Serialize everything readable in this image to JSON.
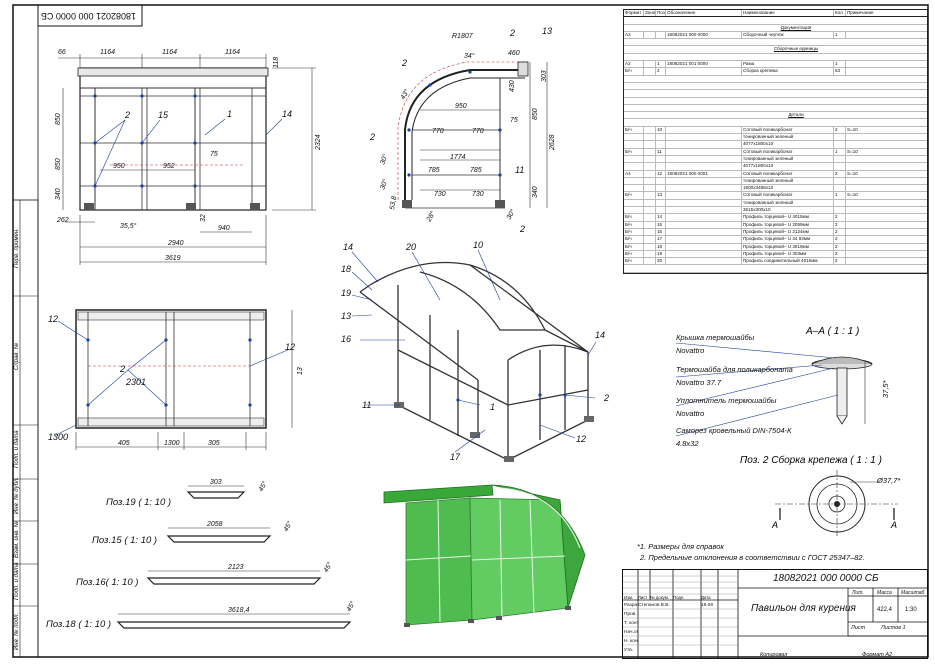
{
  "stamp_top": "18082021 000 0000 СБ",
  "side_fields": [
    "Перв. примен.",
    "Справ. №",
    "Подп. и дата",
    "Инв. № дубл.",
    "Взам. инв. №",
    "Подп. и дата",
    "Инв. № подл."
  ],
  "front_view": {
    "top_dims": [
      "66",
      "1164",
      "1164",
      "1164"
    ],
    "right_small": "118",
    "total_height": "2324",
    "left_dims": [
      "850",
      "850",
      "340"
    ],
    "inner_dims": [
      "950",
      "952",
      "75"
    ],
    "bottom_dims": [
      "262",
      "35,5°",
      "32",
      "940",
      "2940",
      "3619"
    ],
    "callouts": [
      "2",
      "15",
      "1",
      "14"
    ]
  },
  "side_view": {
    "dims": [
      "R1807",
      "34°",
      "2",
      "460",
      "13",
      "303",
      "2",
      "43°",
      "430",
      "950",
      "75",
      "2",
      "770",
      "770",
      "850",
      "2628",
      "30°",
      "1774",
      "785",
      "785",
      "11",
      "30°",
      "730",
      "730",
      "340",
      "53,8",
      "28°",
      "30°",
      "2"
    ]
  },
  "top_view": {
    "dims": [
      "12",
      "12",
      "2",
      "2301",
      "13",
      "1300",
      "405",
      "1300",
      "305"
    ]
  },
  "iso_callouts": [
    "14",
    "20",
    "10",
    "18",
    "19",
    "13",
    "16",
    "11",
    "1",
    "17",
    "14",
    "2",
    "12"
  ],
  "profiles": [
    {
      "label": "Поз.19 ( 1: 10 )",
      "len": "303",
      "ang": "45°"
    },
    {
      "label": "Поз.15 ( 1: 10 )",
      "len": "2058",
      "ang": "45°"
    },
    {
      "label": "Поз.16( 1: 10 )",
      "len": "2123",
      "ang": "45°"
    },
    {
      "label": "Поз.18 ( 1: 10 )",
      "len": "3618,4",
      "ang": "45°"
    }
  ],
  "section": {
    "title": "А–А ( 1 : 1 )",
    "labels": [
      {
        "t": "Крышка термошайбы",
        "s": "Novattro"
      },
      {
        "t": "Термошайба для поликарбоната",
        "s": "Novattro 37.7"
      },
      {
        "t": "Уплотнитель термошайбы",
        "s": "Novattro"
      },
      {
        "t": "Саморез кровельный DIN-7504-К",
        "s": "4.8х32"
      }
    ],
    "dim": "37,5*"
  },
  "detail": {
    "title": "Поз. 2 Сборка крепежа ( 1 : 1 )",
    "dia": "Ø37,7*",
    "mark": "А"
  },
  "notes": [
    "*1. Размеры для справок",
    "2. Предельные отклонения в соответствии с ГОСТ 25347–82."
  ],
  "bom": {
    "headers": [
      "Формат",
      "Зона",
      "Поз.",
      "Обозначение",
      "Наименование",
      "Кол.",
      "Примечание"
    ],
    "rows": [
      {
        "sec": ""
      },
      {
        "sec": "Документация"
      },
      {
        "c": [
          "А2",
          "",
          "",
          "18082021 000 0000",
          "Сборочный чертеж",
          "1",
          ""
        ]
      },
      {
        "sec": ""
      },
      {
        "sec": "Сборочные единицы"
      },
      {
        "sec": ""
      },
      {
        "c": [
          "А2",
          "",
          "1",
          "18082021 001 0000",
          "Рама",
          "1",
          ""
        ]
      },
      {
        "c": [
          "Б/ч",
          "",
          "2",
          "",
          "Сборка крепежа",
          "63",
          ""
        ]
      },
      {
        "sec": ""
      },
      {
        "sec": ""
      },
      {
        "sec": ""
      },
      {
        "sec": ""
      },
      {
        "sec": ""
      },
      {
        "sec": "Детали"
      },
      {
        "sec": ""
      },
      {
        "c": [
          "Б/ч",
          "",
          "10",
          "",
          "Сотовый поликарбонат",
          "2",
          "S=10"
        ]
      },
      {
        "c": [
          "",
          "",
          "",
          "",
          "тонированный зеленый",
          "",
          ""
        ]
      },
      {
        "c": [
          "",
          "",
          "",
          "",
          "4077х1800х10",
          "",
          ""
        ]
      },
      {
        "c": [
          "Б/ч",
          "",
          "11",
          "",
          "Сотовый поликарбонат",
          "1",
          "S=10"
        ]
      },
      {
        "c": [
          "",
          "",
          "",
          "",
          "тонированный зеленый",
          "",
          ""
        ]
      },
      {
        "c": [
          "",
          "",
          "",
          "",
          "4077х1800х10",
          "",
          ""
        ]
      },
      {
        "c": [
          "А4",
          "",
          "12",
          "18082021 000 0001",
          "Сотовый поликарбонат",
          "2",
          "S=10"
        ]
      },
      {
        "c": [
          "",
          "",
          "",
          "",
          "тонированный зеленый",
          "",
          ""
        ]
      },
      {
        "c": [
          "",
          "",
          "",
          "",
          "1800х3498х10",
          "",
          ""
        ]
      },
      {
        "c": [
          "Б/ч",
          "",
          "13",
          "",
          "Сотовый поликарбонат",
          "1",
          "S=10"
        ]
      },
      {
        "c": [
          "",
          "",
          "",
          "",
          "тонированный зеленый",
          "",
          ""
        ]
      },
      {
        "c": [
          "",
          "",
          "",
          "",
          "3615х300х10",
          "",
          ""
        ]
      },
      {
        "c": [
          "Б/ч",
          "",
          "14",
          "",
          "Профиль торцевой– U 4015мм",
          "2",
          ""
        ]
      },
      {
        "c": [
          "Б/ч",
          "",
          "15",
          "",
          "Профиль торцевой– U 2059мм",
          "2",
          ""
        ]
      },
      {
        "c": [
          "Б/ч",
          "",
          "16",
          "",
          "Профиль торцевой– U 2124мм",
          "2",
          ""
        ]
      },
      {
        "c": [
          "Б/ч",
          "",
          "17",
          "",
          "Профиль торцевой– U 34 93мм",
          "2",
          ""
        ]
      },
      {
        "c": [
          "Б/ч",
          "",
          "18",
          "",
          "Профиль торцевой– U 3619мм",
          "2",
          ""
        ]
      },
      {
        "c": [
          "Б/ч",
          "",
          "19",
          "",
          "Профиль торцевой– U 303мм",
          "2",
          ""
        ]
      },
      {
        "c": [
          "Б/ч",
          "",
          "20",
          "",
          "Профиль соединительный 4015мм",
          "2",
          ""
        ]
      },
      {
        "sec": ""
      }
    ]
  },
  "title_block": {
    "code": "18082021 000 0000 СБ",
    "name": "Павильон для курения",
    "cols": [
      "Лит.",
      "Масса",
      "Масштаб"
    ],
    "mass": "422,4",
    "scale": "1:30",
    "sheet": "Лист",
    "sheets": "Листов 1",
    "roles": [
      "Изм.",
      "Лист",
      "№ докум.",
      "Подп.",
      "Дата"
    ],
    "people": [
      [
        "Разраб.",
        "Степанов В.В.",
        "",
        "18.08"
      ],
      [
        "Пров.",
        "",
        "",
        ""
      ],
      [
        "Т. контр.",
        "",
        "",
        ""
      ],
      [
        "Нач.отд.",
        "",
        "",
        ""
      ],
      [
        "Н. контр.",
        "",
        "",
        ""
      ],
      [
        "Утв.",
        "",
        "",
        ""
      ]
    ],
    "copied": "Копировал",
    "format": "Формат А2"
  }
}
